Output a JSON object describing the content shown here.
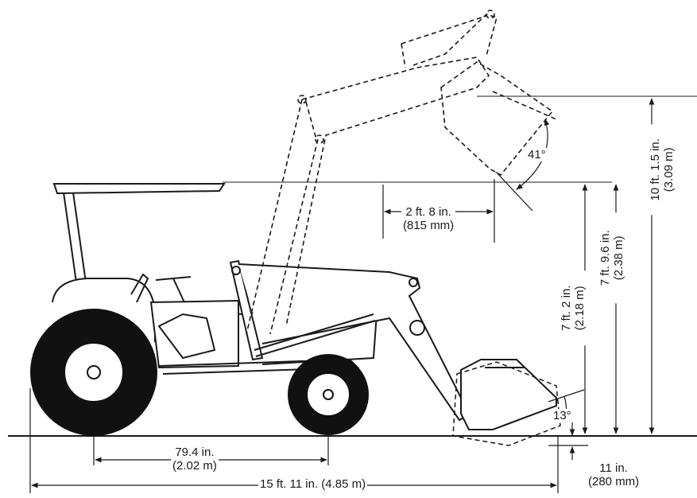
{
  "dimensions": {
    "wheelbase": {
      "imperial": "79.4 in.",
      "metric": "(2.02 m)"
    },
    "overall_length": {
      "text": "15 ft. 11 in. (4.85 m)"
    },
    "dig_depth": {
      "imperial": "11 in.",
      "metric": "(280 mm)"
    },
    "dump_reach": {
      "imperial": "2 ft. 8 in.",
      "metric": "(815 mm)"
    },
    "dump_angle": "41°",
    "rollback_angle": "13°",
    "clearance_height": {
      "imperial": "7 ft. 2 in.",
      "metric": "(2.18 m)"
    },
    "pin_height": {
      "imperial": "7 ft. 9.6 in.",
      "metric": "(2.38 m)"
    },
    "max_height": {
      "imperial": "10 ft. 1.5 in.",
      "metric": "(3.09 m)"
    }
  },
  "colors": {
    "ink": "#1a1a1a",
    "background": "#ffffff"
  }
}
